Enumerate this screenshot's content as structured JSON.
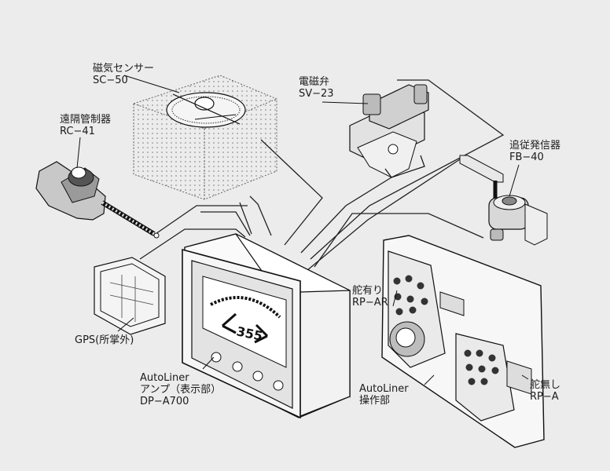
{
  "labels": {
    "magnetic_sensor": {
      "name": "磁気センサー",
      "model": "SC−50"
    },
    "remote_control": {
      "name": "遠隔管制器",
      "model": "RC−41"
    },
    "solenoid_valve": {
      "name": "電磁弁",
      "model": "SV−23"
    },
    "follow_up": {
      "name": "追従発信器",
      "model": "FB−40"
    },
    "rudder_with": {
      "name": "舵有り",
      "model": "RP−AR"
    },
    "rudder_without": {
      "name": "舵無し",
      "model": "RP−A"
    },
    "gps": {
      "name": "GPS(所掌外)"
    },
    "amp": {
      "line1": "AutoLiner",
      "line2": "アンプ（表示部）",
      "line3": "DP−A700"
    },
    "control_unit": {
      "line1": "AutoLiner",
      "line2": "操作部"
    }
  },
  "display": {
    "heading": "355"
  }
}
